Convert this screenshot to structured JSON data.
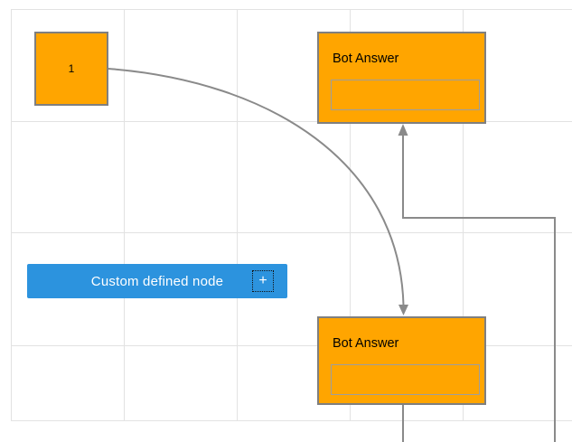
{
  "canvas": {
    "description": "diagram editor canvas with grid"
  },
  "colors": {
    "node_fill": "#FFA500",
    "node_stroke": "#7F7F7F",
    "inner_stroke": "#9E9E9E",
    "connector": "#8A8A8A",
    "grid": "#E2E2E2",
    "accent": "#2C93DE",
    "label_text": "#000000"
  },
  "nodes": {
    "source": {
      "label": "1"
    },
    "bot_answer_top": {
      "title": "Bot Answer",
      "input_value": ""
    },
    "bot_answer_bottom": {
      "title": "Bot Answer",
      "input_value": ""
    }
  },
  "palette_button": {
    "label": "Custom defined node",
    "add_icon": "+"
  }
}
